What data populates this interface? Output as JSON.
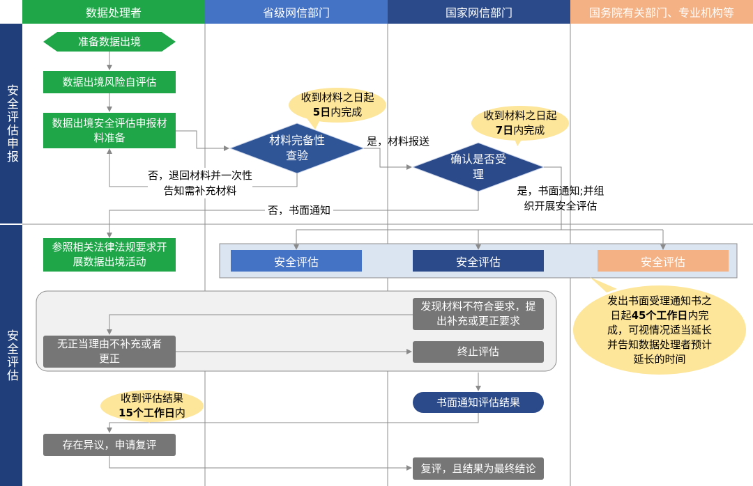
{
  "lanes": {
    "processor": "数据处理者",
    "provincial": "省级网信部门",
    "national": "国家网信部门",
    "state_council": "国务院有关部门、专业机构等"
  },
  "phases": {
    "application": "安全评估申报",
    "assessment": "安全评估"
  },
  "nodes": {
    "prepare": "准备数据出境",
    "self_assess": "数据出境风险自评估",
    "apply_materials": "数据出境安全评估申报材料准备",
    "completeness_check": "材料完备性查验",
    "confirm_accept": "确认是否受理",
    "refer_laws": "参照相关法律法规要求开展数据出境活动",
    "eval_provincial": "安全评估",
    "eval_national": "安全评估",
    "eval_council": "安全评估",
    "found_nonconform": "发现材料不符合要求，提出补充或更正要求",
    "no_justification": "无正当理由不补充或者更正",
    "terminate": "终止评估",
    "notify_result": "书面通知评估结果",
    "dispute": "存在异议，申请复评",
    "review_final": "复评，且结果为最终结论"
  },
  "labels": {
    "yes_submit": "是，材料报送",
    "no_return": "否，退回材料并一次性告知需补充材料",
    "no_notice": "否，书面通知",
    "yes_notice_eval": "是，书面通知;并组织开展安全评估"
  },
  "callouts": {
    "five_days_a": "收到材料之日起",
    "five_days_b": "5日",
    "five_days_c": "内完成",
    "seven_days_a": "收到材料之日起",
    "seven_days_b": "7日",
    "seven_days_c": "内完成",
    "fortyfive_a": "发出书面受理通知书之日起",
    "fortyfive_b": "45个工作日",
    "fortyfive_c": "内完成，可视情况适当延长并告知数据处理者预计延长的时间",
    "fifteen_a": "收到评估结果",
    "fifteen_b": "15个工作日",
    "fifteen_c": "内"
  },
  "colors": {
    "green": "#1fa648",
    "provincial_blue": "#4472c4",
    "national_navy": "#2b4a8a",
    "council_orange": "#f4b183",
    "gray": "#767676",
    "callout_yellow": "#fde59a"
  }
}
